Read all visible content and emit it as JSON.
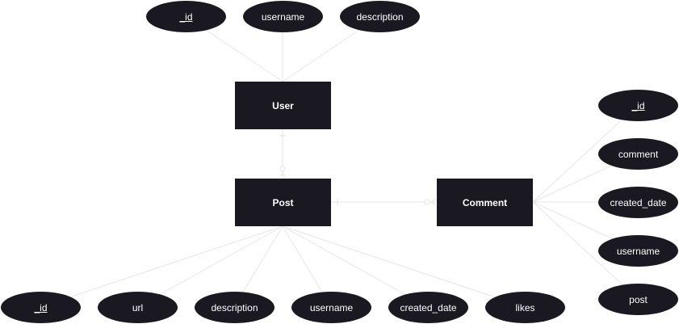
{
  "colors": {
    "node_fill": "#1a1820",
    "node_text": "#ffffff",
    "line": "#e6e6e6"
  },
  "entities": {
    "user": "User",
    "post": "Post",
    "comment": "Comment"
  },
  "attributes": {
    "user": {
      "id": "_id",
      "username": "username",
      "description": "description"
    },
    "post": {
      "id": "_id",
      "url": "url",
      "description": "description",
      "username": "username",
      "created_date": "created_date",
      "likes": "likes"
    },
    "comment": {
      "id": "_id",
      "comment": "comment",
      "created_date": "created_date",
      "username": "username",
      "post": "post"
    }
  },
  "relationships": [
    {
      "from": "User",
      "to": "Post",
      "from_cardinality": "one",
      "to_cardinality": "zero-or-many"
    },
    {
      "from": "Post",
      "to": "Comment",
      "from_cardinality": "one",
      "to_cardinality": "zero-or-many"
    }
  ]
}
